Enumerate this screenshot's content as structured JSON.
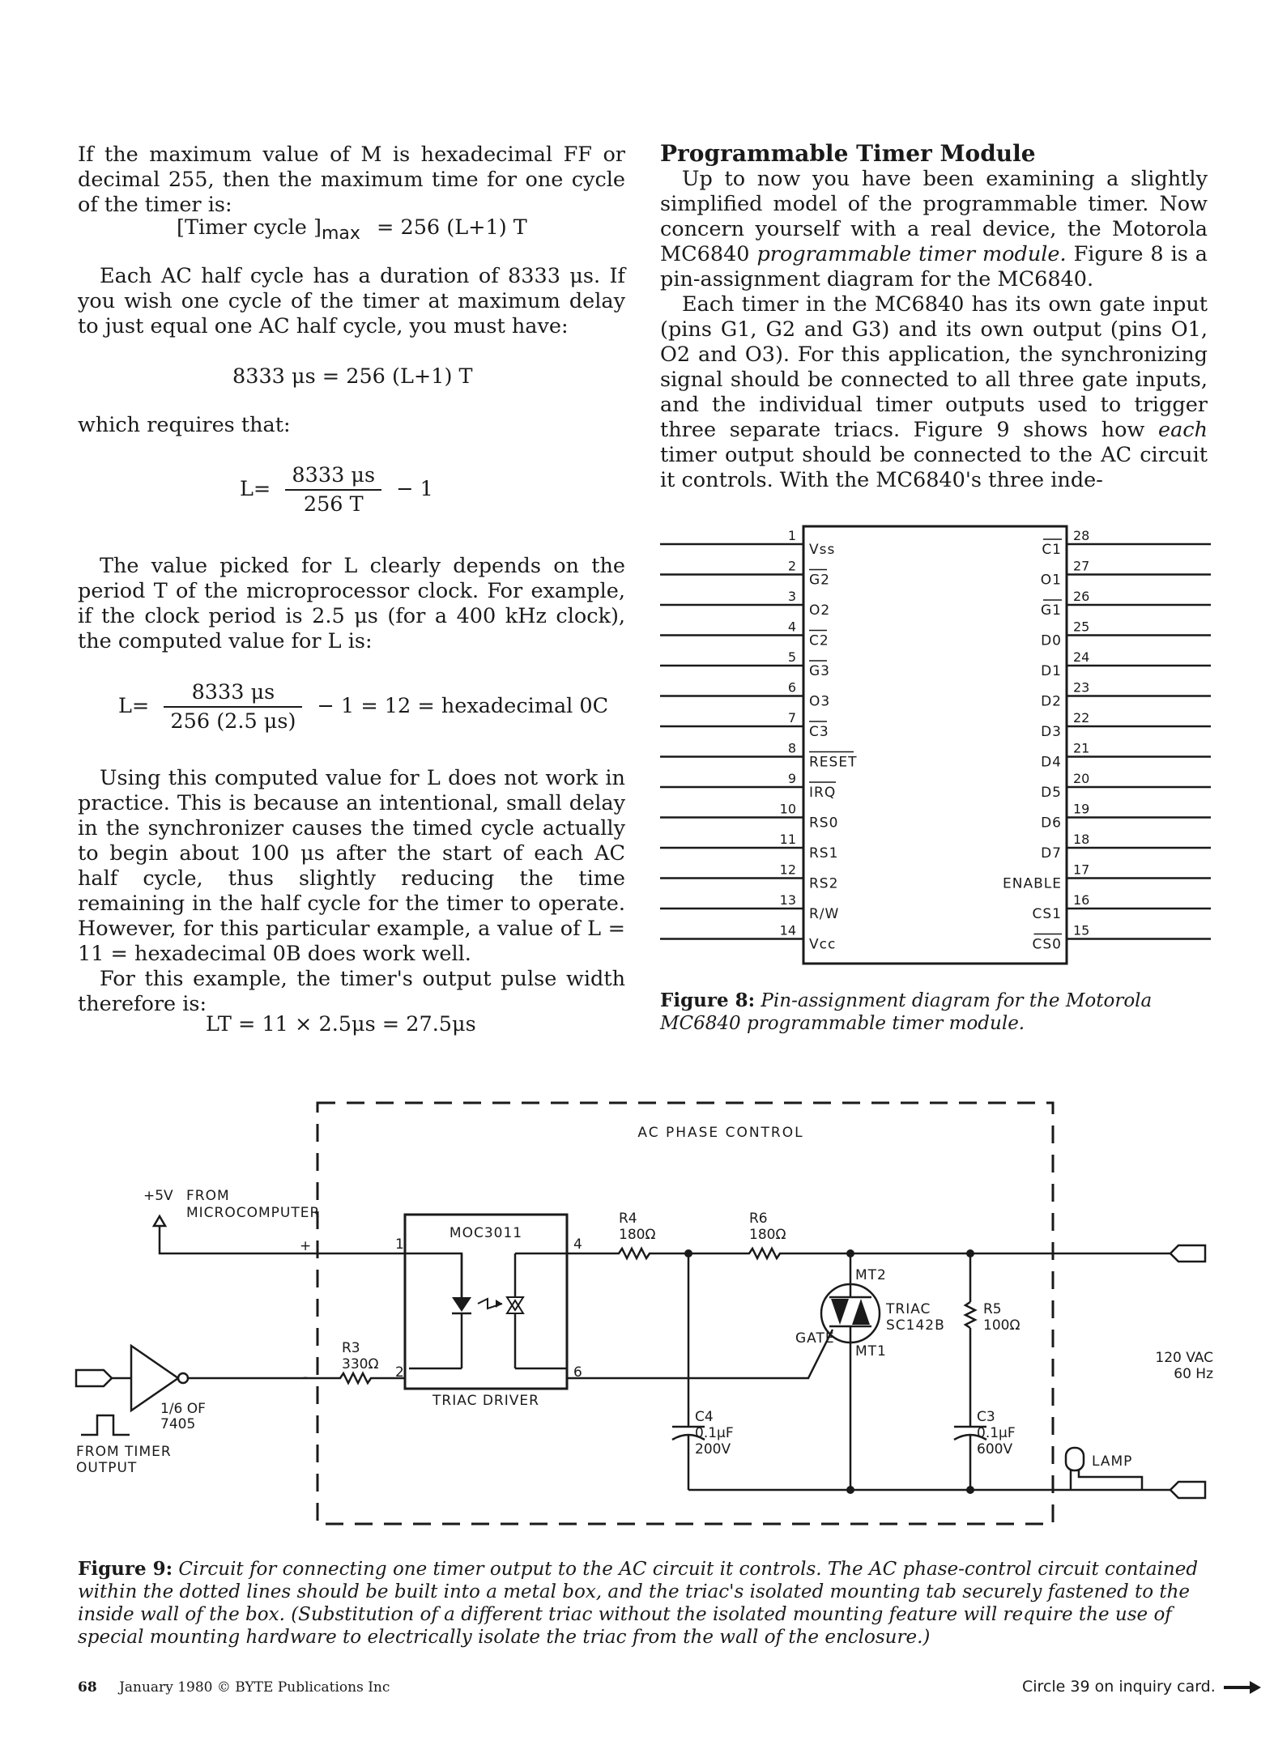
{
  "left_column": {
    "p1": "If the maximum value of M is hexadecimal FF or decimal 255, then the maximum time for one cycle of the timer is:",
    "eq1_lhs": "[Timer cycle ]",
    "eq1_sub": "max",
    "eq1_rhs": "= 256 (L+1) T",
    "p2": "Each AC half cycle has a duration of 8333 μs. If you wish one cycle of the timer at maximum delay to just equal one AC half cycle, you must have:",
    "eq2": "8333 μs = 256 (L+1) T",
    "p3": "which requires that:",
    "eq3_lhs": "L=",
    "eq3_num": "8333 μs",
    "eq3_den": "256 T",
    "eq3_tail": "− 1",
    "p4": "The value picked for L clearly depends on the period T of the microprocessor clock. For example, if the clock period is 2.5 μs (for a 400 kHz clock), the computed value for L is:",
    "eq4_lhs": "L=",
    "eq4_num": "8333 μs",
    "eq4_den": "256 (2.5 μs)",
    "eq4_tail": "− 1 = 12 = hexadecimal 0C",
    "p5": "Using this computed value for L does not work in practice. This is because an intentional, small delay in the synchronizer causes the timed cycle actually to begin about 100 μs after the start of each AC half cycle, thus slightly reducing the time remaining in the half cycle for the timer to operate. However, for this particular example, a value of L = 11 = hexadecimal 0B does work well.",
    "p6": "For this example, the timer's output pulse width therefore is:",
    "eq5": "LT = 11 × 2.5μs = 27.5μs"
  },
  "right_column": {
    "heading": "Programmable Timer Module",
    "p1_a": "Up to now you have been examining a slightly simplified model of the programmable timer. Now concern yourself with a real device, the Motorola MC6840 ",
    "p1_em": "programmable timer module.",
    "p1_b": " Figure 8 is a pin-assignment diagram for the MC6840.",
    "p2_a": "Each timer in the MC6840 has its own gate input (pins G1, G2 and G3) and its own output (pins O1, O2 and O3). For this application, the synchronizing signal should be connected to all three gate inputs, and the individual timer outputs used to trigger three separate triacs. Figure 9 shows how ",
    "p2_em": "each",
    "p2_b": " timer output should be connected to the AC circuit it controls. With the MC6840's three inde-"
  },
  "figure8": {
    "left_pins": [
      {
        "num": "1",
        "name": "Vss"
      },
      {
        "num": "2",
        "name": "G2"
      },
      {
        "num": "3",
        "name": "O2"
      },
      {
        "num": "4",
        "name": "C2"
      },
      {
        "num": "5",
        "name": "G3"
      },
      {
        "num": "6",
        "name": "O3"
      },
      {
        "num": "7",
        "name": "C3"
      },
      {
        "num": "8",
        "name": "RESET"
      },
      {
        "num": "9",
        "name": "IRQ"
      },
      {
        "num": "10",
        "name": "RS0"
      },
      {
        "num": "11",
        "name": "RS1"
      },
      {
        "num": "12",
        "name": "RS2"
      },
      {
        "num": "13",
        "name": "R/W"
      },
      {
        "num": "14",
        "name": "Vcc"
      }
    ],
    "right_pins": [
      {
        "num": "28",
        "name": "C1"
      },
      {
        "num": "27",
        "name": "O1"
      },
      {
        "num": "26",
        "name": "G1"
      },
      {
        "num": "25",
        "name": "D0"
      },
      {
        "num": "24",
        "name": "D1"
      },
      {
        "num": "23",
        "name": "D2"
      },
      {
        "num": "22",
        "name": "D3"
      },
      {
        "num": "21",
        "name": "D4"
      },
      {
        "num": "20",
        "name": "D5"
      },
      {
        "num": "19",
        "name": "D6"
      },
      {
        "num": "18",
        "name": "D7"
      },
      {
        "num": "17",
        "name": "ENABLE"
      },
      {
        "num": "16",
        "name": "CS1"
      },
      {
        "num": "15",
        "name": "CS0"
      }
    ],
    "caption_label": "Figure 8:",
    "caption_text": " Pin-assignment diagram for the Motorola MC6840 programmable timer module."
  },
  "figure9": {
    "box_title": "AC PHASE CONTROL",
    "plus5v": "+5V",
    "from": "FROM",
    "microcomputer": "MICROCOMPUTER",
    "plus": "+",
    "minus": "-",
    "moc": "MOC3011",
    "triac_driver": "TRIAC DRIVER",
    "pin1": "1",
    "pin2": "2",
    "pin4": "4",
    "pin6": "6",
    "r3": "R3",
    "r3_val": "330Ω",
    "r4": "R4",
    "r4_val": "180Ω",
    "r6": "R6",
    "r6_val": "180Ω",
    "mt2": "MT2",
    "mt1": "MT1",
    "gate": "GATE",
    "triac": "TRIAC",
    "triac_part": "SC142B",
    "r5": "R5",
    "r5_val": "100Ω",
    "c4": "C4",
    "c4_val": "0.1μF",
    "c4_v": "200V",
    "c3": "C3",
    "c3_val": "0.1μF",
    "c3_v": "600V",
    "lamp": "LAMP",
    "vac": "120 VAC",
    "hz": "60 Hz",
    "inverter": "1/6 OF",
    "inverter2": "7405",
    "from_timer": "FROM TIMER",
    "output": "OUTPUT",
    "caption_label": "Figure 9:",
    "caption_text": " Circuit for connecting one timer output to the AC circuit it controls. The AC phase-control circuit contained within the dotted lines should be built into a metal box, and the triac's isolated mounting tab securely fastened to the inside wall of the box. (Substitution of a different triac without the isolated mounting feature will require the use of special mounting hardware to electrically isolate the triac from the wall of the enclosure.)"
  },
  "footer": {
    "page": "68",
    "issue": "January 1980 © BYTE Publications Inc",
    "inquiry": "Circle 39 on inquiry card."
  }
}
